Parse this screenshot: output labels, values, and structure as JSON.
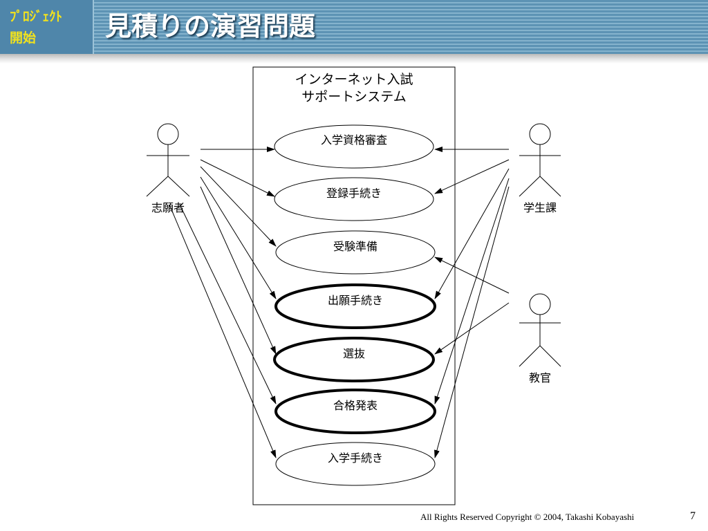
{
  "header": {
    "section_line1": "ﾌﾟﾛｼﾞｪｸﾄ",
    "section_line2": "開始",
    "title": "見積りの演習問題"
  },
  "diagram": {
    "system_name_line1": "インターネット入試",
    "system_name_line2": "サポートシステム",
    "actors": {
      "applicant": "志願者",
      "student_affairs": "学生課",
      "faculty": "教官"
    },
    "use_cases": {
      "eligibility_review": "入学資格審査",
      "registration": "登録手続き",
      "exam_preparation": "受験準備",
      "application": "出願手続き",
      "selection": "選抜",
      "result_announcement": "合格発表",
      "enrollment": "入学手続き"
    }
  },
  "footer": {
    "copyright": "All Rights Reserved Copyright © 2004, Takashi Kobayashi",
    "page_number": "7"
  }
}
